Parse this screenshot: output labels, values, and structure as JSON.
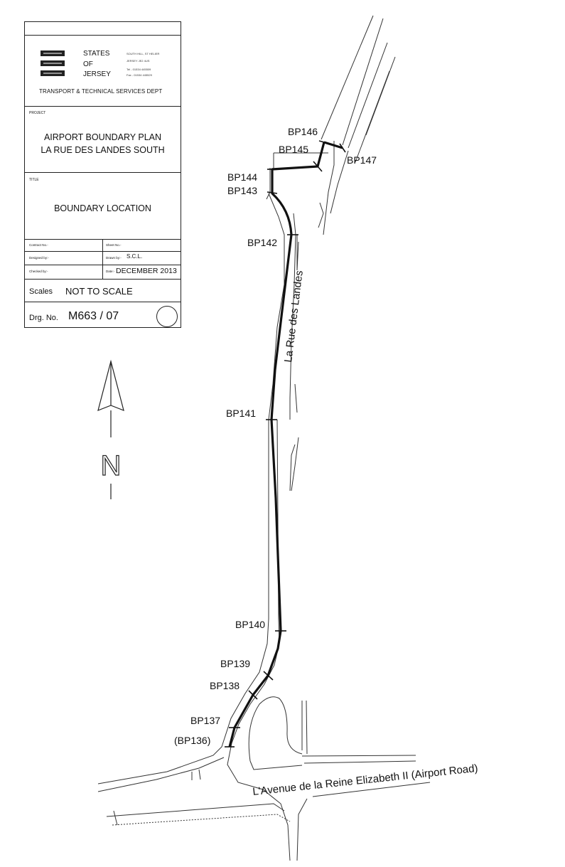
{
  "title_block": {
    "org_lines": [
      "STATES",
      "OF",
      "JERSEY"
    ],
    "contact_lines": [
      "SOUTH HILL, ST HELIER",
      "JERSEY  JE2 4US",
      "Tel - 01534 445509",
      "Fax - 01534 445529"
    ],
    "department": "TRANSPORT & TECHNICAL SERVICES DEPT",
    "project_label": "PROJECT",
    "project_lines": [
      "AIRPORT BOUNDARY PLAN",
      "LA RUE DES LANDES SOUTH"
    ],
    "title_label": "TITLE",
    "title_value": "BOUNDARY LOCATION",
    "contract_label": "Contract No.-",
    "sheet_label": "Sheet No.-",
    "designed_label": "Designed by:-",
    "drawn_label": "Drawn by:-",
    "drawn_value": "S.C.L.",
    "checked_label": "Checked by:-",
    "date_label": "Date:-",
    "date_value": "DECEMBER 2013",
    "scales_label": "Scales",
    "scales_value": "NOT TO SCALE",
    "drg_label": "Drg. No.",
    "drg_value": "M663 / 07"
  },
  "north_arrow": {
    "label": "N"
  },
  "map": {
    "street_label": "La Rue des Landes",
    "road_label": "L'Avenue de la Reine Elizabeth II (Airport Road)",
    "boundary_points": [
      "BP146",
      "BP145",
      "BP147",
      "BP144",
      "BP143",
      "BP142",
      "BP141",
      "BP140",
      "BP139",
      "BP138",
      "BP137",
      "(BP136)"
    ]
  }
}
